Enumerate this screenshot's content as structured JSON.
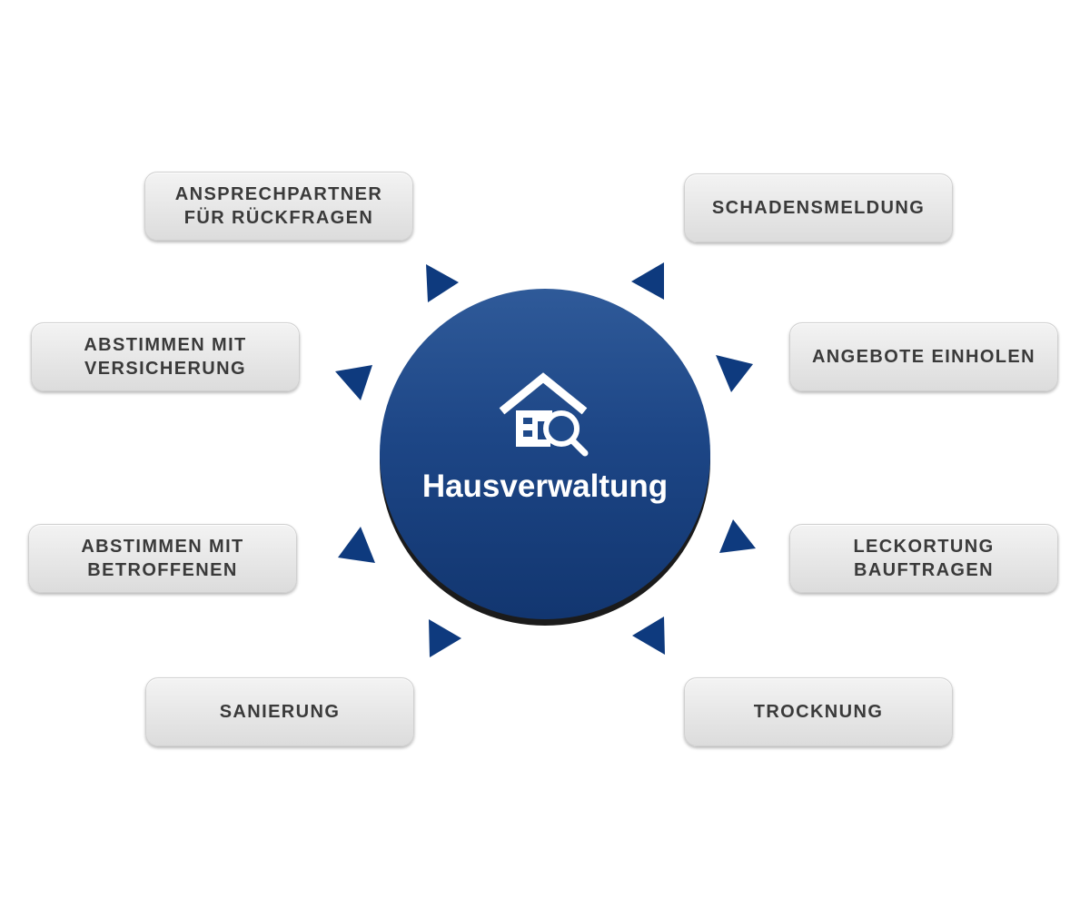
{
  "hub": {
    "title": "Hausverwaltung",
    "icon": "house-search-icon",
    "color_top": "#2f5a99",
    "color_bottom": "#123670"
  },
  "arrow_color": "#0e3a7e",
  "steps": [
    {
      "label": "ANSPRECHPARTNER\nFÜR RÜCKFRAGEN"
    },
    {
      "label": "SCHADENSMELDUNG"
    },
    {
      "label": "ABSTIMMEN MIT\nVERSICHERUNG"
    },
    {
      "label": "ANGEBOTE EINHOLEN"
    },
    {
      "label": "ABSTIMMEN MIT\nBETROFFENEN"
    },
    {
      "label": "LECKORTUNG\nBAUFTRAGEN"
    },
    {
      "label": "SANIERUNG"
    },
    {
      "label": "TROCKNUNG"
    }
  ]
}
